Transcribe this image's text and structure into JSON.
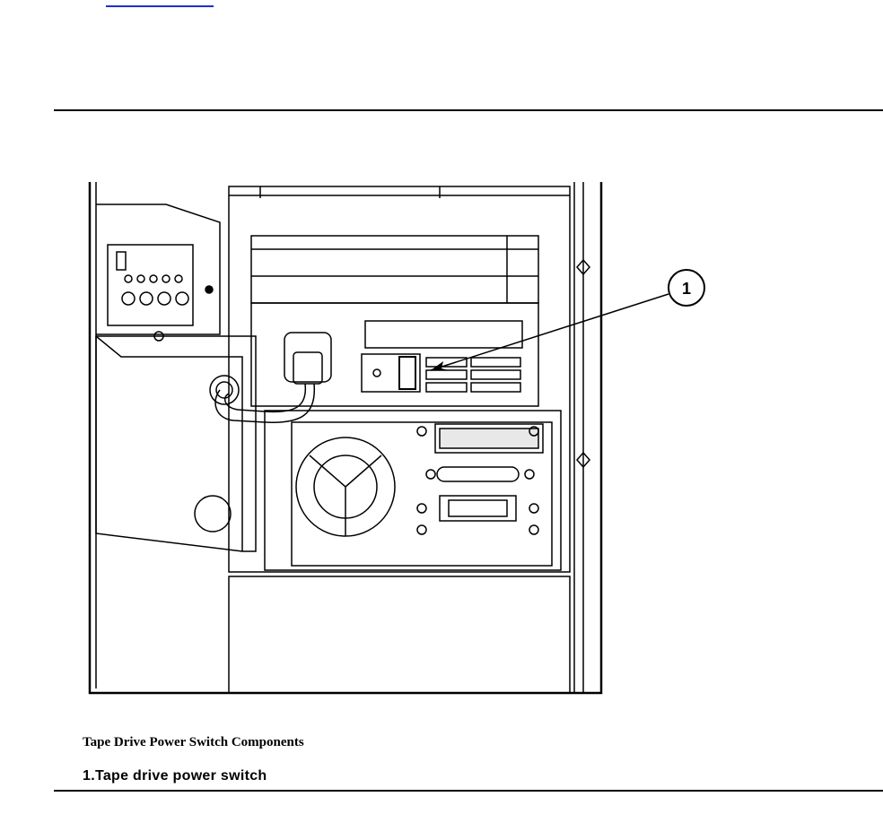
{
  "figure": {
    "callouts": [
      {
        "number": "1"
      }
    ]
  },
  "caption": "Tape Drive Power Switch Components",
  "legend": [
    {
      "number": "1.",
      "label": "Tape drive power switch"
    }
  ]
}
